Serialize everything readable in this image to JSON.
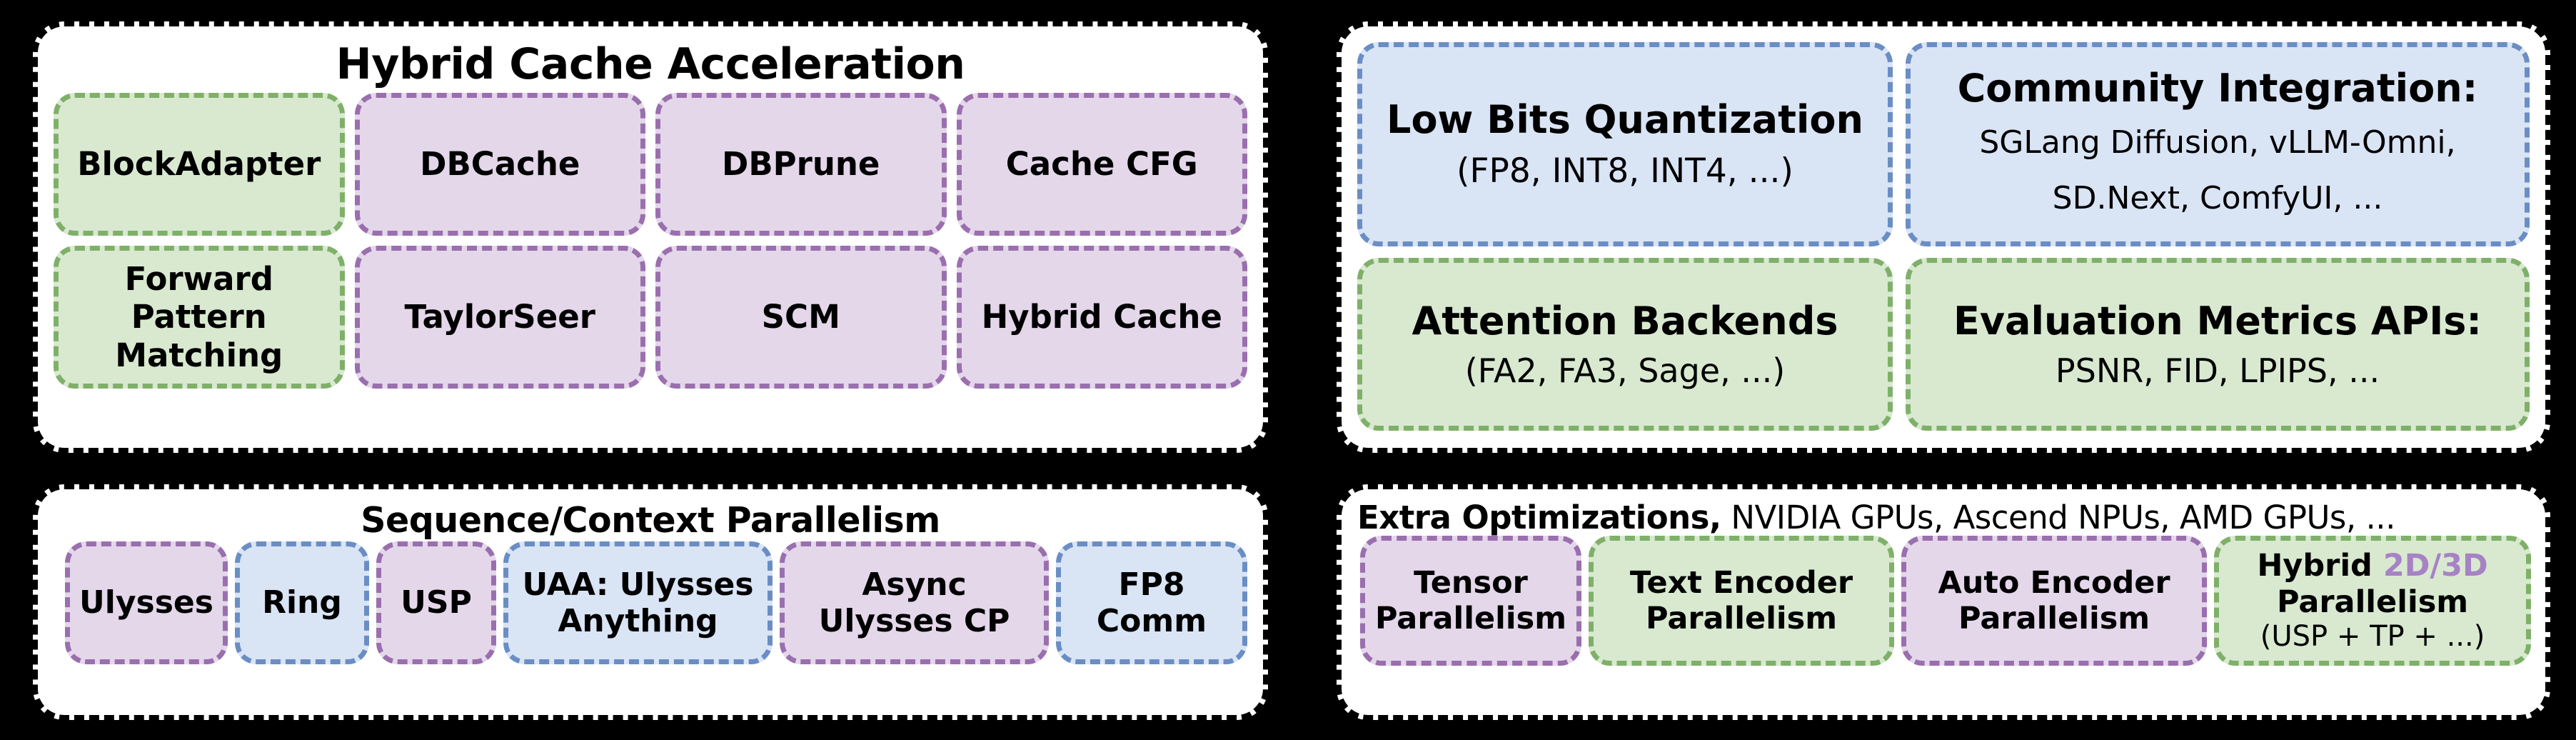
{
  "background": "#000000",
  "palette": {
    "green_fill": "#d8e9d0",
    "green_border": "#7fb069",
    "purple_fill": "#e4d7ea",
    "purple_border": "#9a6fae",
    "blue_fill": "#d9e4f5",
    "blue_border": "#6a8ec4",
    "panel_fill": "#ffffff",
    "panel_border": "#000000",
    "accent_purple_text": "#a782c4"
  },
  "panels": {
    "cache": {
      "title": "Hybrid Cache Acceleration",
      "row1": [
        {
          "label": "BlockAdapter",
          "color": "green"
        },
        {
          "label": "DBCache",
          "color": "purple"
        },
        {
          "label": "DBPrune",
          "color": "purple"
        },
        {
          "label": "Cache CFG",
          "color": "purple"
        }
      ],
      "row2": [
        {
          "line1": "Forward Pattern",
          "line2": "Matching",
          "color": "green"
        },
        {
          "label": "TaylorSeer",
          "color": "purple"
        },
        {
          "label": "SCM",
          "color": "purple"
        },
        {
          "label": "Hybrid Cache",
          "color": "purple"
        }
      ]
    },
    "ecosystem": {
      "quantization": {
        "title": "Low Bits Quantization",
        "sub": "(FP8, INT8, INT4, ...)",
        "color": "blue"
      },
      "community": {
        "title": "Community Integration:",
        "sub_line1": "SGLang Diffusion, vLLM-Omni,",
        "sub_line2": "SD.Next, ComfyUI, ...",
        "color": "blue"
      },
      "attention": {
        "title": "Attention Backends",
        "sub": "(FA2, FA3, Sage, ...)",
        "color": "green"
      },
      "evaluation": {
        "title": "Evaluation Metrics APIs:",
        "sub": "PSNR, FID, LPIPS, ...",
        "color": "green"
      }
    },
    "seqpar": {
      "title": "Sequence/Context Parallelism",
      "items": [
        {
          "label": "Ulysses",
          "color": "purple"
        },
        {
          "label": "Ring",
          "color": "blue"
        },
        {
          "label": "USP",
          "color": "purple"
        },
        {
          "line1": "UAA: Ulysses",
          "line2": "Anything",
          "color": "blue"
        },
        {
          "line1": "Async",
          "line2": "Ulysses CP",
          "color": "purple"
        },
        {
          "label": "FP8 Comm",
          "color": "blue"
        }
      ]
    },
    "extra": {
      "title_bold": "Extra Optimizations,",
      "title_light": " NVIDIA GPUs, Ascend NPUs, AMD GPUs, ...",
      "items": [
        {
          "line1": "Tensor",
          "line2": "Parallelism",
          "color": "purple"
        },
        {
          "line1": "Text Encoder",
          "line2": "Parallelism",
          "color": "green"
        },
        {
          "line1": "Auto Encoder",
          "line2": "Parallelism",
          "color": "purple"
        },
        {
          "line1_a": "Hybrid ",
          "line1_b": "2D/3D",
          "line2": "Parallelism",
          "line3": "(USP + TP + ...)",
          "color": "green"
        }
      ]
    }
  }
}
